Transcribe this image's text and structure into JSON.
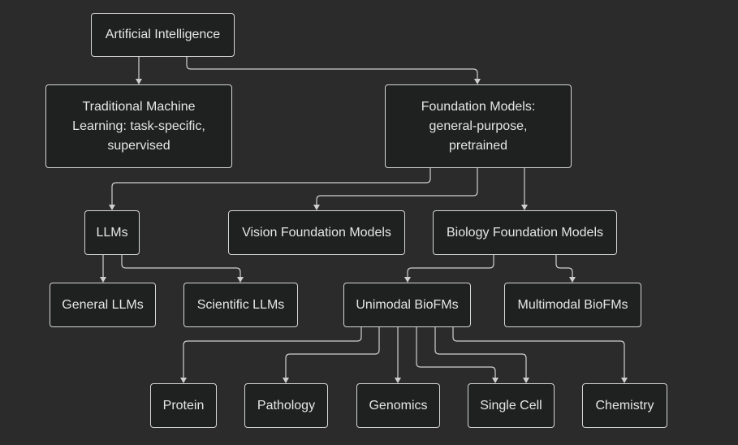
{
  "nodes": {
    "ai": "Artificial Intelligence",
    "traditional_ml": "Traditional Machine Learning: task-specific, supervised",
    "foundation_models": "Foundation Models: general-purpose, pretrained",
    "llms": "LLMs",
    "vision_fms": "Vision Foundation Models",
    "biology_fms": "Biology Foundation Models",
    "general_llms": "General LLMs",
    "scientific_llms": "Scientific LLMs",
    "unimodal_biofms": "Unimodal BioFMs",
    "multimodal_biofms": "Multimodal BioFMs",
    "protein": "Protein",
    "pathology": "Pathology",
    "genomics": "Genomics",
    "single_cell": "Single Cell",
    "chemistry": "Chemistry"
  }
}
